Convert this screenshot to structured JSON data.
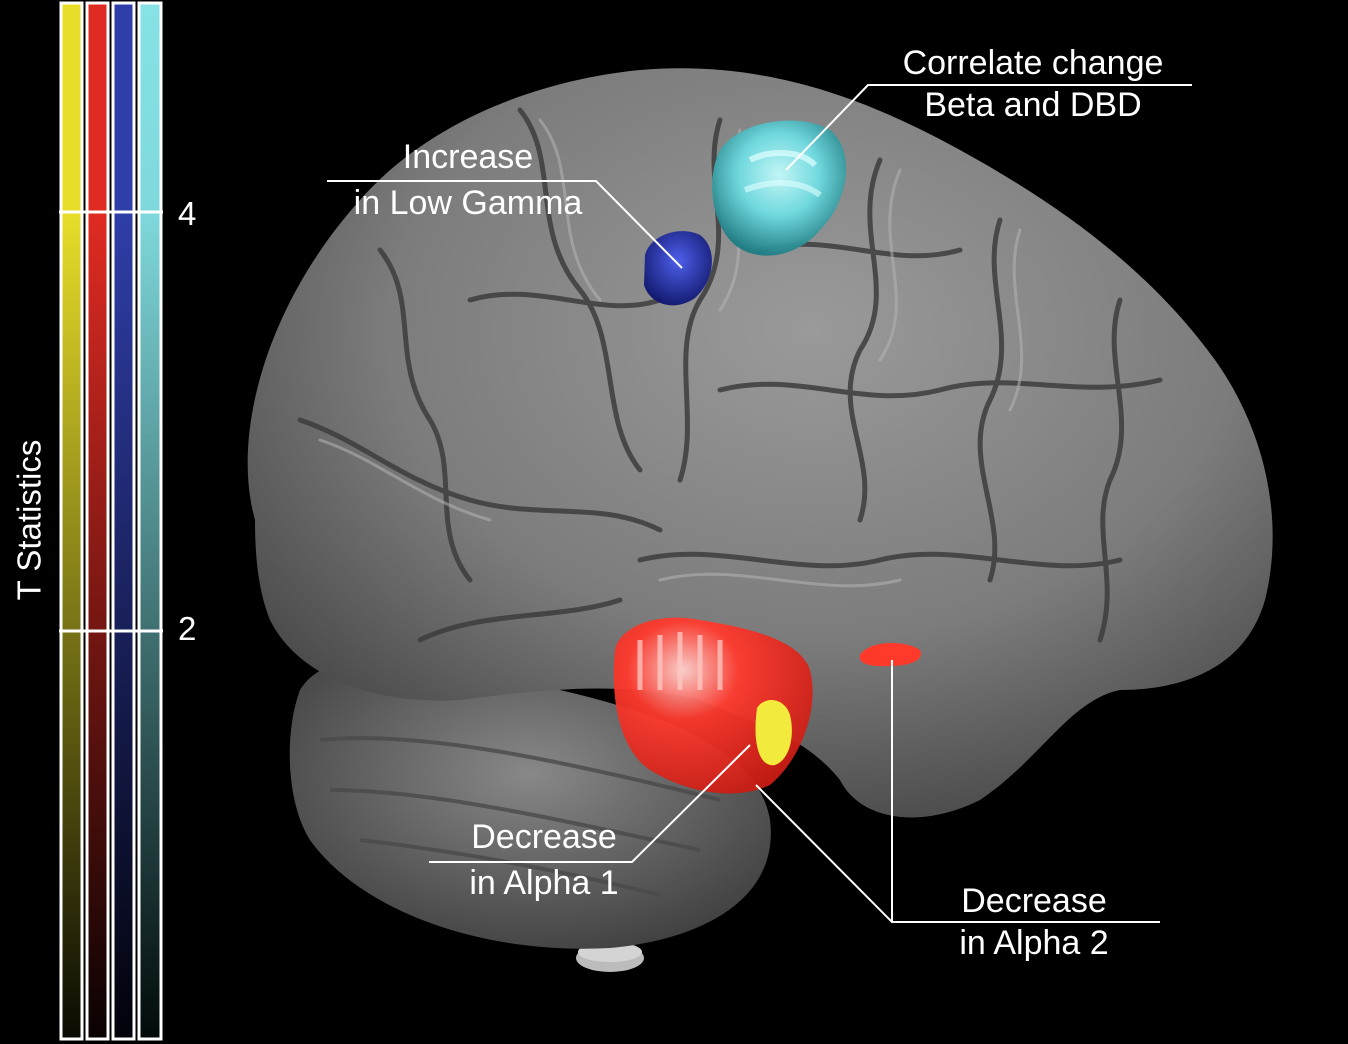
{
  "colorbar": {
    "axis_title": "T Statistics",
    "ticks": [
      "4",
      "2"
    ],
    "tick_values": [
      4,
      2
    ],
    "range": [
      0,
      5
    ],
    "colors": [
      "#e6dc2a",
      "#e02b22",
      "#2f3ea8",
      "#7fe0e2"
    ]
  },
  "annotations": {
    "correlate": {
      "line1": "Correlate change",
      "line2": "Beta and DBD",
      "color": "#78e4e8"
    },
    "gamma": {
      "line1": "Increase",
      "line2": "in Low Gamma",
      "color": "#1c2fb0"
    },
    "alpha1": {
      "line1": "Decrease",
      "line2": "in Alpha 1",
      "color": "#ff2a1f"
    },
    "alpha2": {
      "line1": "Decrease",
      "line2": "in Alpha 2",
      "color": "#ff3a2a"
    }
  },
  "icons": [
    "brain-render-image"
  ]
}
